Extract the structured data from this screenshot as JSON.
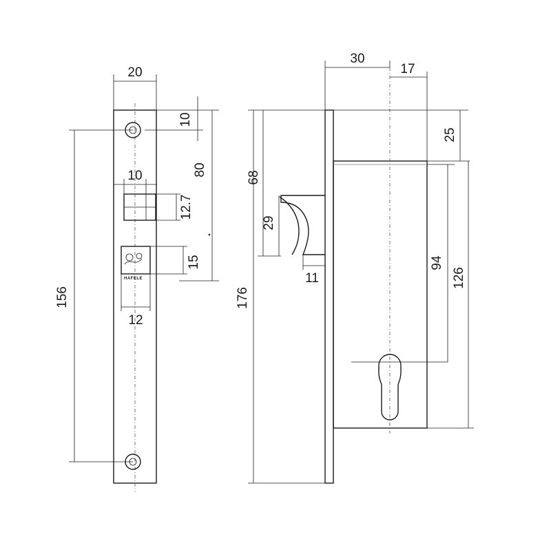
{
  "brand_mark": "HAFELE",
  "front_view": {
    "dims": {
      "faceplate_width": "20",
      "top_screw_offset": "10",
      "latch_width": "10",
      "latch_height": "12.7",
      "latch_to_cylinder": "80",
      "deadbolt_height": "15",
      "deadbolt_width": "12",
      "screw_spacing": "156"
    }
  },
  "side_view": {
    "dims": {
      "backset": "30",
      "cylinder_offset": "17",
      "top_to_body": "25",
      "latch_center": "68",
      "latch_height": "29",
      "latch_projection": "11",
      "body_to_cylinder": "94",
      "body_height": "126",
      "total_height": "176"
    }
  },
  "colors": {
    "line": "#1a1a1a",
    "background": "#ffffff"
  }
}
